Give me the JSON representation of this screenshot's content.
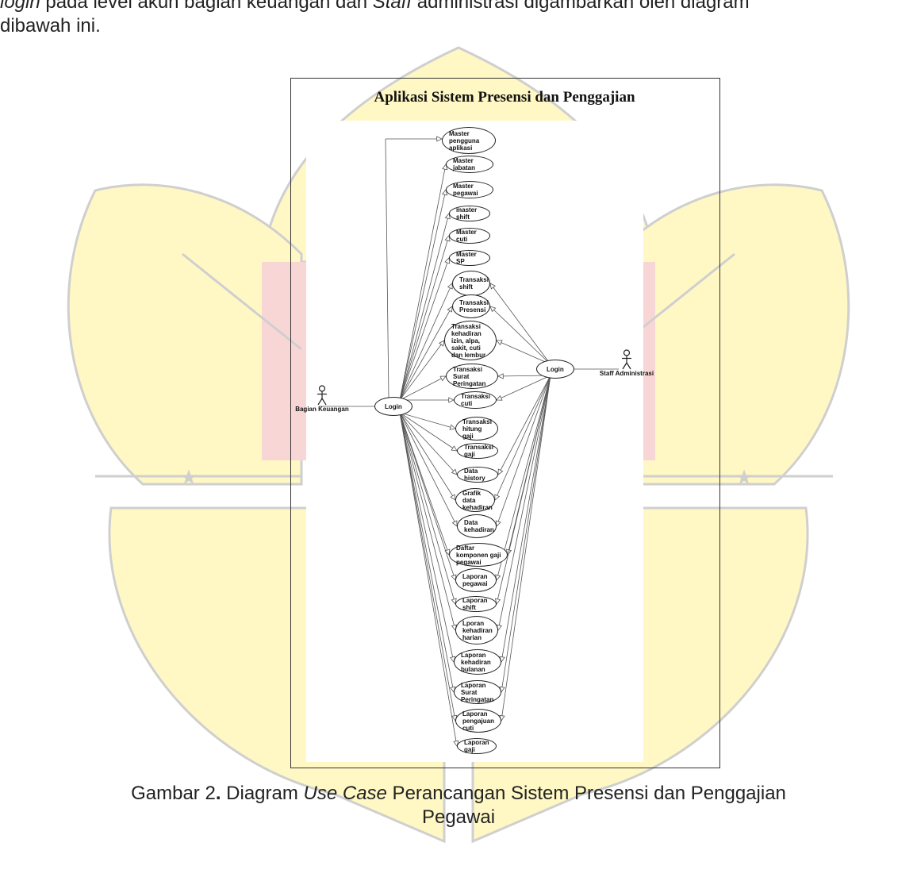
{
  "intro": {
    "line1_a": "login",
    "line1_b": " pada level akun bagian keuangan dan ",
    "line1_c": "Staff",
    "line1_d": " administrasi digambarkan oleh diagram",
    "line2": "dibawah ini."
  },
  "diagram": {
    "title": "Aplikasi Sistem Presensi dan Penggajian",
    "actor_left": "Bagian Keuangan",
    "actor_right": "Staff Administrasi",
    "login_left": "Login",
    "login_right": "Login",
    "use_cases": [
      "Master pengguna aplikasi",
      "Master jabatan",
      "Master pegawai",
      "master shift",
      "Master cuti",
      "Master SP",
      "Transaksi shift",
      "Transaksi Presensi",
      "Transaksi kehadiran izin, alpa, sakit, cuti dan lembur",
      "Transaksi Surat Peringatan",
      "Transaksi cuti",
      "Transaksi hitung gaji",
      "Transaksi gaji",
      "Data history",
      "Grafik data kehadiran",
      "Data kehadiran",
      "Daftar komponen gaji pegawai",
      "Laporan pegawai",
      "Laporan shift",
      "Lporan kehadiran harian",
      "Laporan kehadiran bulanan",
      "Laporan Surat Peringatan",
      "Laporan pengajuan cuti",
      "Laporan gaji"
    ]
  },
  "caption": {
    "prefix": "Gambar 2",
    "dot": ".",
    "text1": " Diagram ",
    "italic": "Use Case",
    "text2": " Perancangan Sistem Presensi dan Penggajian",
    "line2": "Pegawai"
  },
  "colors": {
    "watermark_yellow": "#fff8c4",
    "watermark_outline": "#cfcfcf",
    "watermark_red": "#f9d6d6"
  }
}
